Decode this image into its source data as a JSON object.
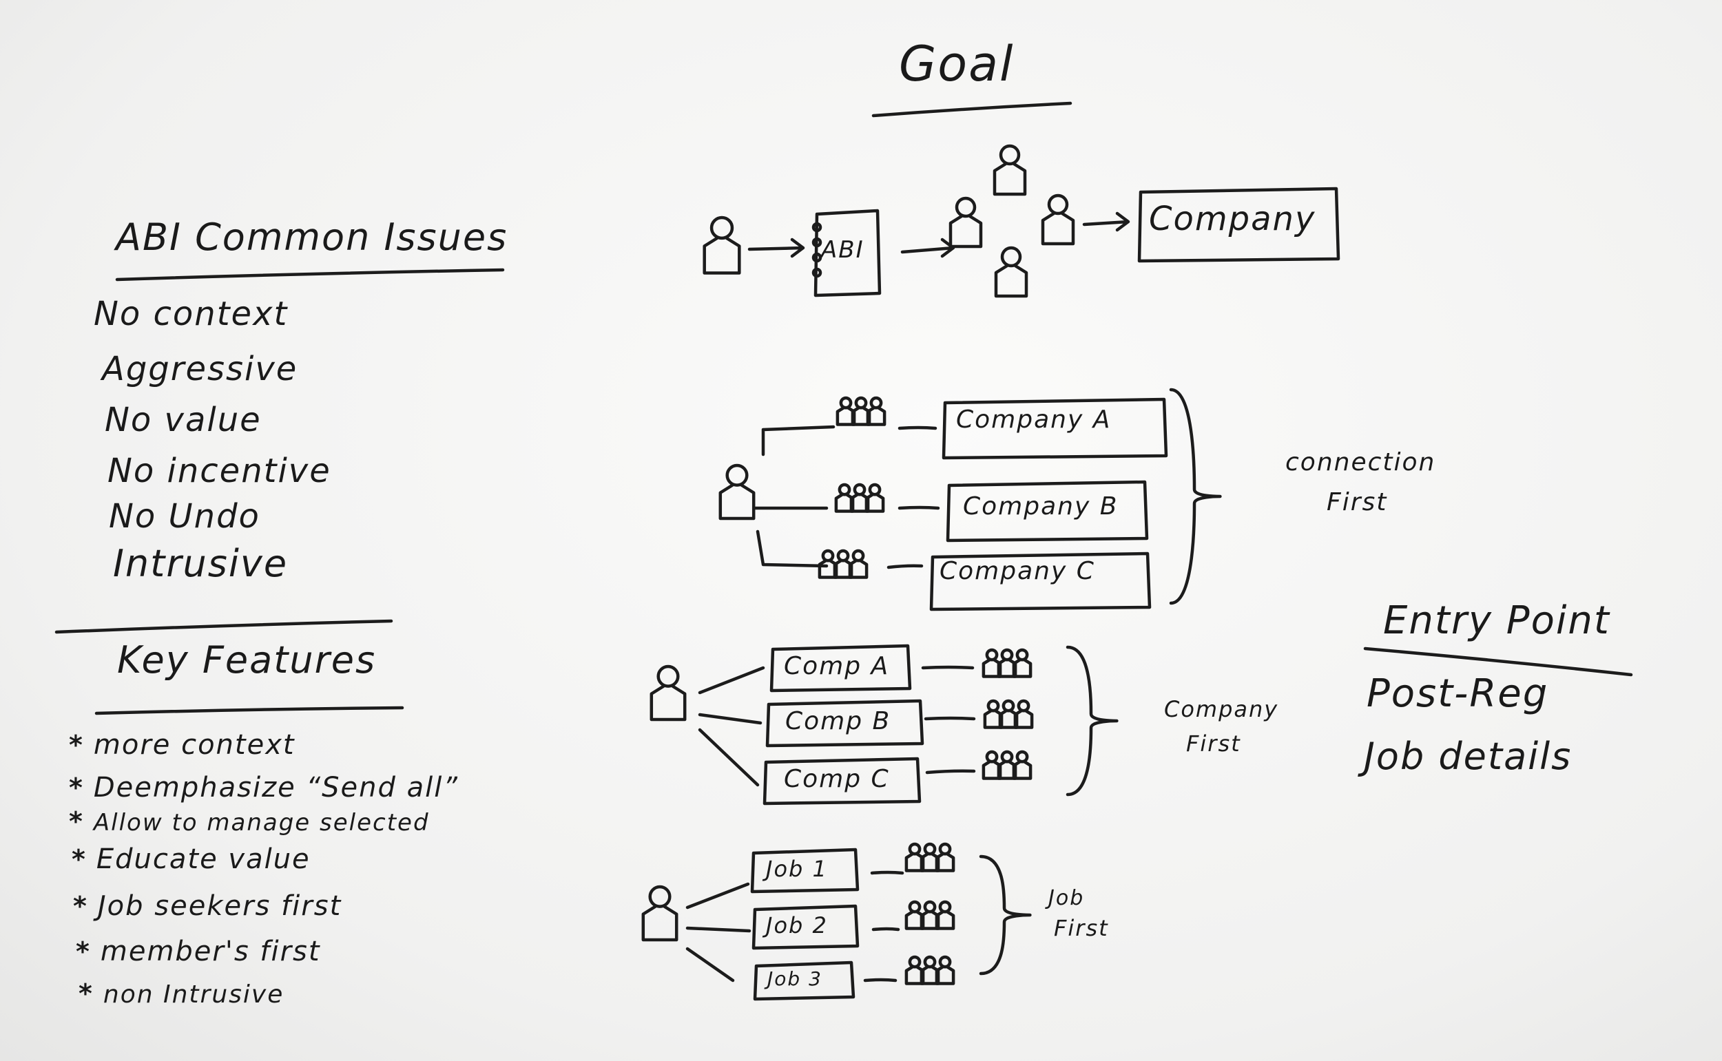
{
  "goal": {
    "title": "Goal",
    "abi_box": "ABI",
    "company_box": "Company"
  },
  "issues": {
    "heading": "ABI Common Issues",
    "items": [
      "No context",
      "Aggressive",
      "No value",
      "No incentive",
      "No Undo",
      "Intrusive"
    ]
  },
  "features": {
    "heading": "Key Features",
    "bullet": "*",
    "items": [
      "more context",
      "Deemphasize “Send all”",
      "Allow to manage selected",
      "Educate value",
      "Job seekers first",
      "member's first",
      "non Intrusive"
    ]
  },
  "connection_first": {
    "boxes": [
      "Company A",
      "Company B",
      "Company C"
    ],
    "label_line1": "connection",
    "label_line2": "First"
  },
  "company_first": {
    "boxes": [
      "Comp A",
      "Comp B",
      "Comp C"
    ],
    "label_line1": "Company",
    "label_line2": "First"
  },
  "job_first": {
    "boxes": [
      "Job 1",
      "Job 2",
      "Job 3"
    ],
    "label_line1": "Job",
    "label_line2": "First"
  },
  "entry_point": {
    "heading": "Entry Point",
    "items": [
      "Post-Reg",
      "Job details"
    ]
  },
  "colors": {
    "ink": "#1c1c1c",
    "board": "#f3f3f2"
  }
}
